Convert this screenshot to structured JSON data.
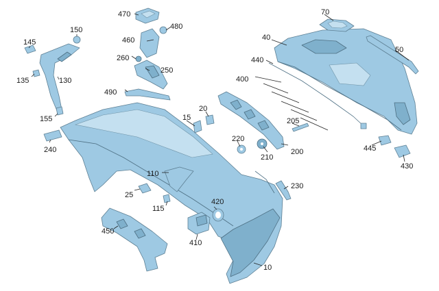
{
  "diagram": {
    "callouts": {
      "p10": "10",
      "p15": "15",
      "p20": "20",
      "p25": "25",
      "p40": "40",
      "p50": "50",
      "p70": "70",
      "p110": "110",
      "p115": "115",
      "p130": "130",
      "p135": "135",
      "p145": "145",
      "p150": "150",
      "p155": "155",
      "p200": "200",
      "p205": "205",
      "p210": "210",
      "p220": "220",
      "p230": "230",
      "p240": "240",
      "p250": "250",
      "p260": "260",
      "p400": "400",
      "p410": "410",
      "p420": "420",
      "p430": "430",
      "p440": "440",
      "p445": "445",
      "p450": "450",
      "p460": "460",
      "p470": "470",
      "p480": "480",
      "p490": "490"
    },
    "colors": {
      "part_fill": "#9ec9e3",
      "part_stroke": "#5d7f93",
      "background": "#ffffff"
    }
  }
}
